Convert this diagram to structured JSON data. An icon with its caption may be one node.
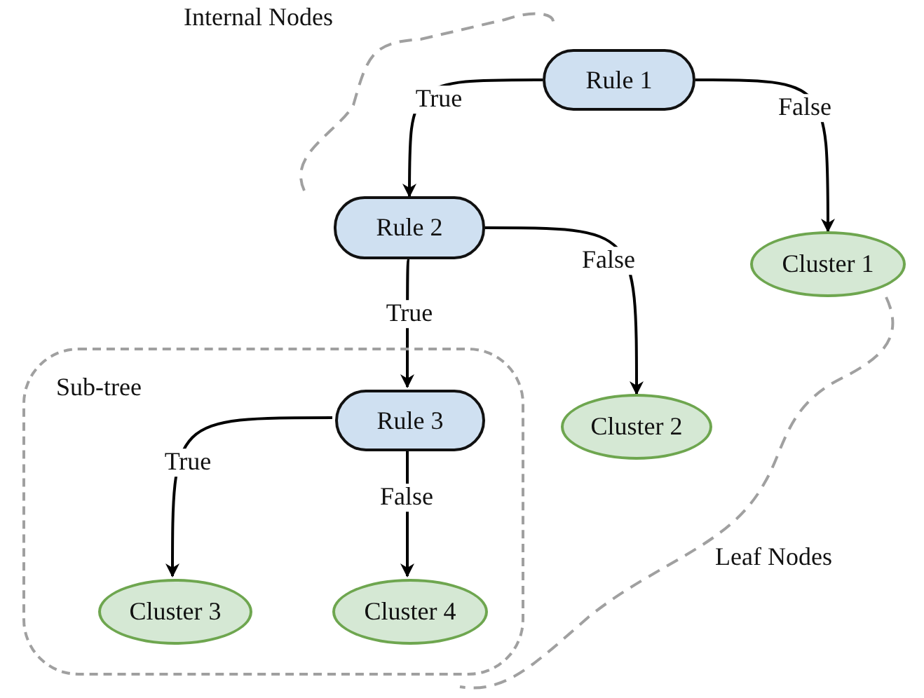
{
  "diagram": {
    "nodes": [
      {
        "text": [
          "Rule 1"
        ]
      },
      {
        "text": [
          "Rule 2"
        ]
      },
      {
        "text": [
          "Cluster 1"
        ]
      },
      {
        "text": [
          "Cluster 2"
        ]
      },
      {
        "text": [
          "Sub-tree"
        ]
      },
      {
        "text": [
          "Rule 3"
        ],
        "in": 4
      },
      {
        "text": [
          "Cluster 3"
        ],
        "in": 4
      },
      {
        "text": [
          "Cluster 4"
        ],
        "in": 4
      }
    ],
    "edges": [
      {
        "from": 0,
        "to": 1,
        "arrow": "to",
        "label": "True"
      },
      {
        "from": 0,
        "to": 2,
        "arrow": "to",
        "label": "False"
      },
      {
        "from": 1,
        "to": 3,
        "arrow": "to",
        "label": "False"
      },
      {
        "from": 1,
        "to": 5,
        "arrow": "to",
        "label": "True"
      },
      {
        "from": 5,
        "to": 6,
        "arrow": "to",
        "label": "True"
      },
      {
        "from": 5,
        "to": 7,
        "arrow": "to",
        "label": "False"
      }
    ],
    "labels": [
      "Internal Nodes",
      "Leaf Nodes"
    ]
  }
}
